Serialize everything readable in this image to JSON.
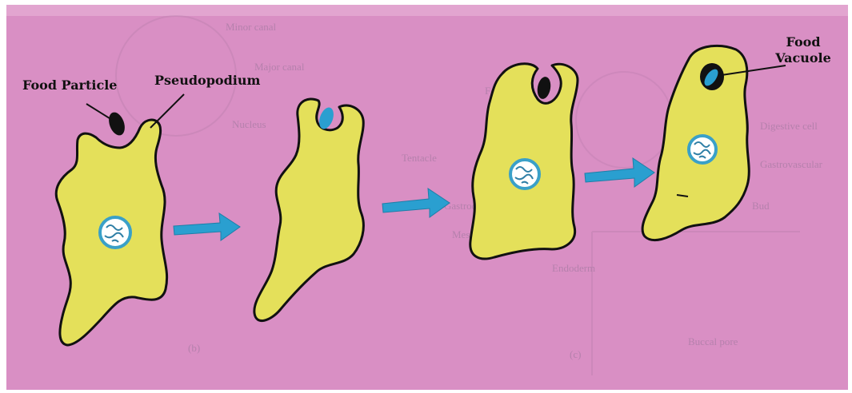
{
  "colors": {
    "page_background": "#d98fc4",
    "cell_fill": "#e4e05a",
    "cell_outline": "#111111",
    "arrow_fill": "#2a9fd0",
    "nucleus_fill": "#ffffff",
    "nucleus_ring": "#3aa0c8",
    "food_particle": "#111111",
    "vacuole_fill": "#2a9fd0"
  },
  "labels": {
    "food_particle": "Food Particle",
    "pseudopodium": "Pseudopodium",
    "food_vacuole_line1": "Food",
    "food_vacuole_line2": "Vacuole"
  },
  "stages": [
    {
      "name": "stage-1-pseudopodium-extends"
    },
    {
      "name": "stage-2-food-surrounded"
    },
    {
      "name": "stage-3-food-engulfed"
    },
    {
      "name": "stage-4-food-vacuole"
    }
  ],
  "arrows": [
    {
      "name": "arrow-stage-1-to-2"
    },
    {
      "name": "arrow-stage-2-to-3"
    },
    {
      "name": "arrow-stage-3-to-4"
    }
  ],
  "bleed_through": {
    "texts": [
      "Minor canal",
      "Major canal",
      "Food cell",
      "Digestive cell",
      "Gastrovascular",
      "Nucleus",
      "Tentacle",
      "Gastrodermis",
      "Mesoglea",
      "Endoderm",
      "Bud",
      "(b)",
      "(c)",
      "Buccal pore"
    ]
  }
}
